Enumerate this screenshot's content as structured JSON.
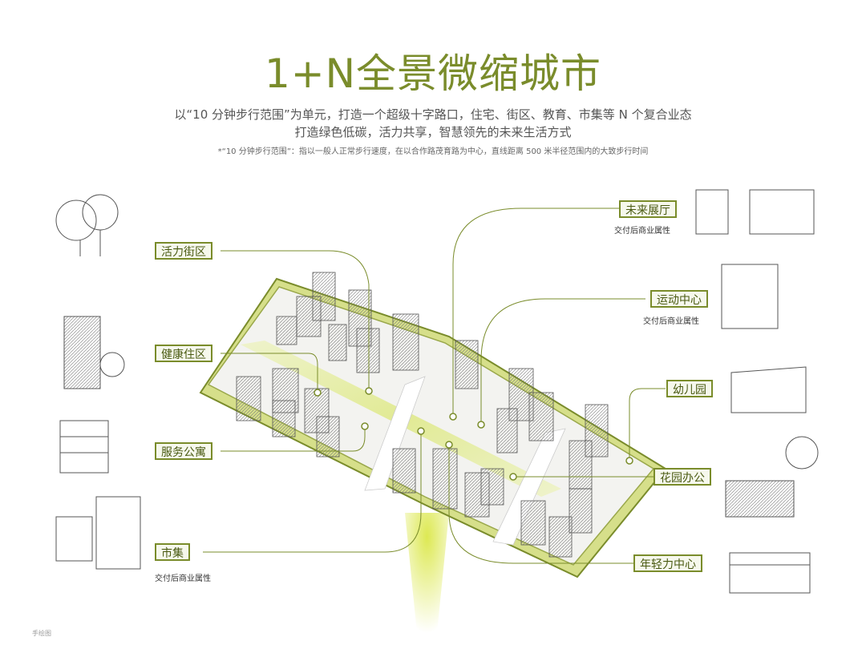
{
  "header": {
    "title": "1+N全景微缩城市",
    "subtitle_line1": "以“10 分钟步行范围”为单元，打造一个超级十字路口，住宅、街区、教育、市集等 N 个复合业态",
    "subtitle_line2": "打造绿色低碳，活力共享，智慧领先的未来生活方式",
    "footnote": "*“10 分钟步行范围”：指以一般人正常步行速度，在以合作路茂育路为中心，直线距离 500 米半径范围内的大致步行时间"
  },
  "labels": {
    "vitality_street": "活力街区",
    "healthy_residence": "健康住区",
    "service_apartment": "服务公寓",
    "market": "市集",
    "market_note": "交付后商业属性",
    "future_hall": "未来展厅",
    "future_hall_note": "交付后商业属性",
    "sports_center": "运动中心",
    "sports_center_note": "交付后商业属性",
    "kindergarten": "幼儿园",
    "garden_office": "花园办公",
    "youth_center": "年轻力中心"
  },
  "footer": {
    "text": "手绘图"
  },
  "colors": {
    "accent": "#7a8c2b",
    "glow": "#d9e640",
    "label_bg": "#f6f8ec"
  }
}
